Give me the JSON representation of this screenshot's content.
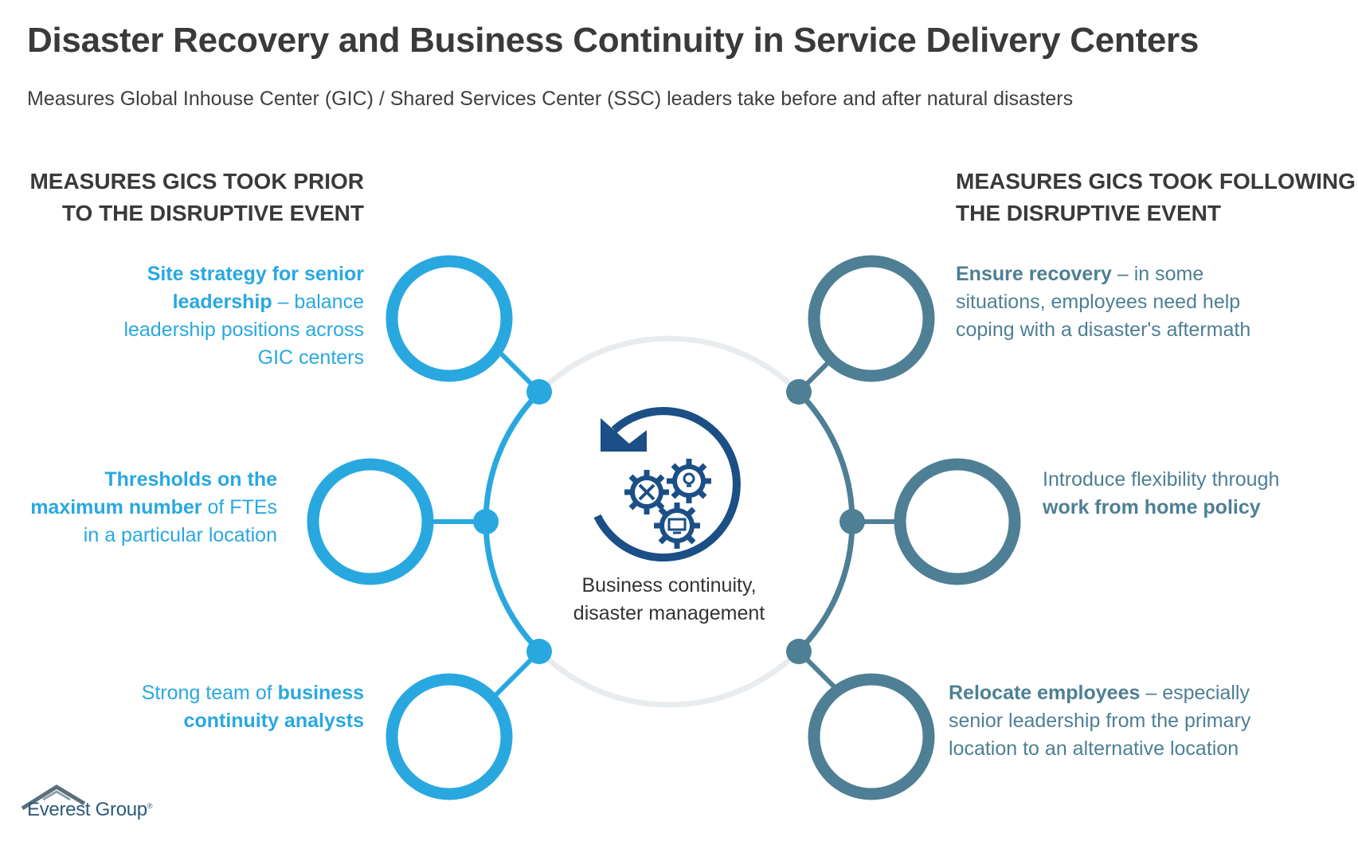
{
  "title": "Disaster Recovery and Business Continuity in Service Delivery Centers",
  "subtitle": "Measures Global Inhouse Center (GIC) / Shared Services Center (SSC) leaders take before and after natural disasters",
  "left_heading": [
    "MEASURES GICS TOOK PRIOR",
    "TO THE DISRUPTIVE EVENT"
  ],
  "right_heading": [
    "MEASURES GICS TOOK FOLLOWING",
    "THE DISRUPTIVE EVENT"
  ],
  "left_items": [
    {
      "bold": "Site strategy for senior leadership",
      "rest": " – balance leadership positions across GIC centers"
    },
    {
      "bold": "Thresholds on the maximum number",
      "rest": " of FTEs in a particular location"
    },
    {
      "pre": "Strong team of ",
      "bold": "business continuity analysts"
    }
  ],
  "right_items": [
    {
      "bold": "Ensure recovery",
      "rest": " – in some situations, employees need help coping with a disaster's aftermath"
    },
    {
      "pre": "Introduce flexibility through ",
      "bold": "work from home policy"
    },
    {
      "bold": "Relocate employees",
      "rest": " – especially senior leadership from the primary location to an alternative location"
    }
  ],
  "center": {
    "label_lines": [
      "Business continuity,",
      "disaster management"
    ],
    "icon": "cycle-gears-icon"
  },
  "brand": {
    "name": "Everest Group",
    "registered": "®"
  },
  "colors": {
    "left_accent": "#29a8e0",
    "right_accent": "#4e7f94",
    "center_ring": "#e8ecef",
    "icon_navy": "#1b4f86",
    "title": "#3a3a3a"
  }
}
